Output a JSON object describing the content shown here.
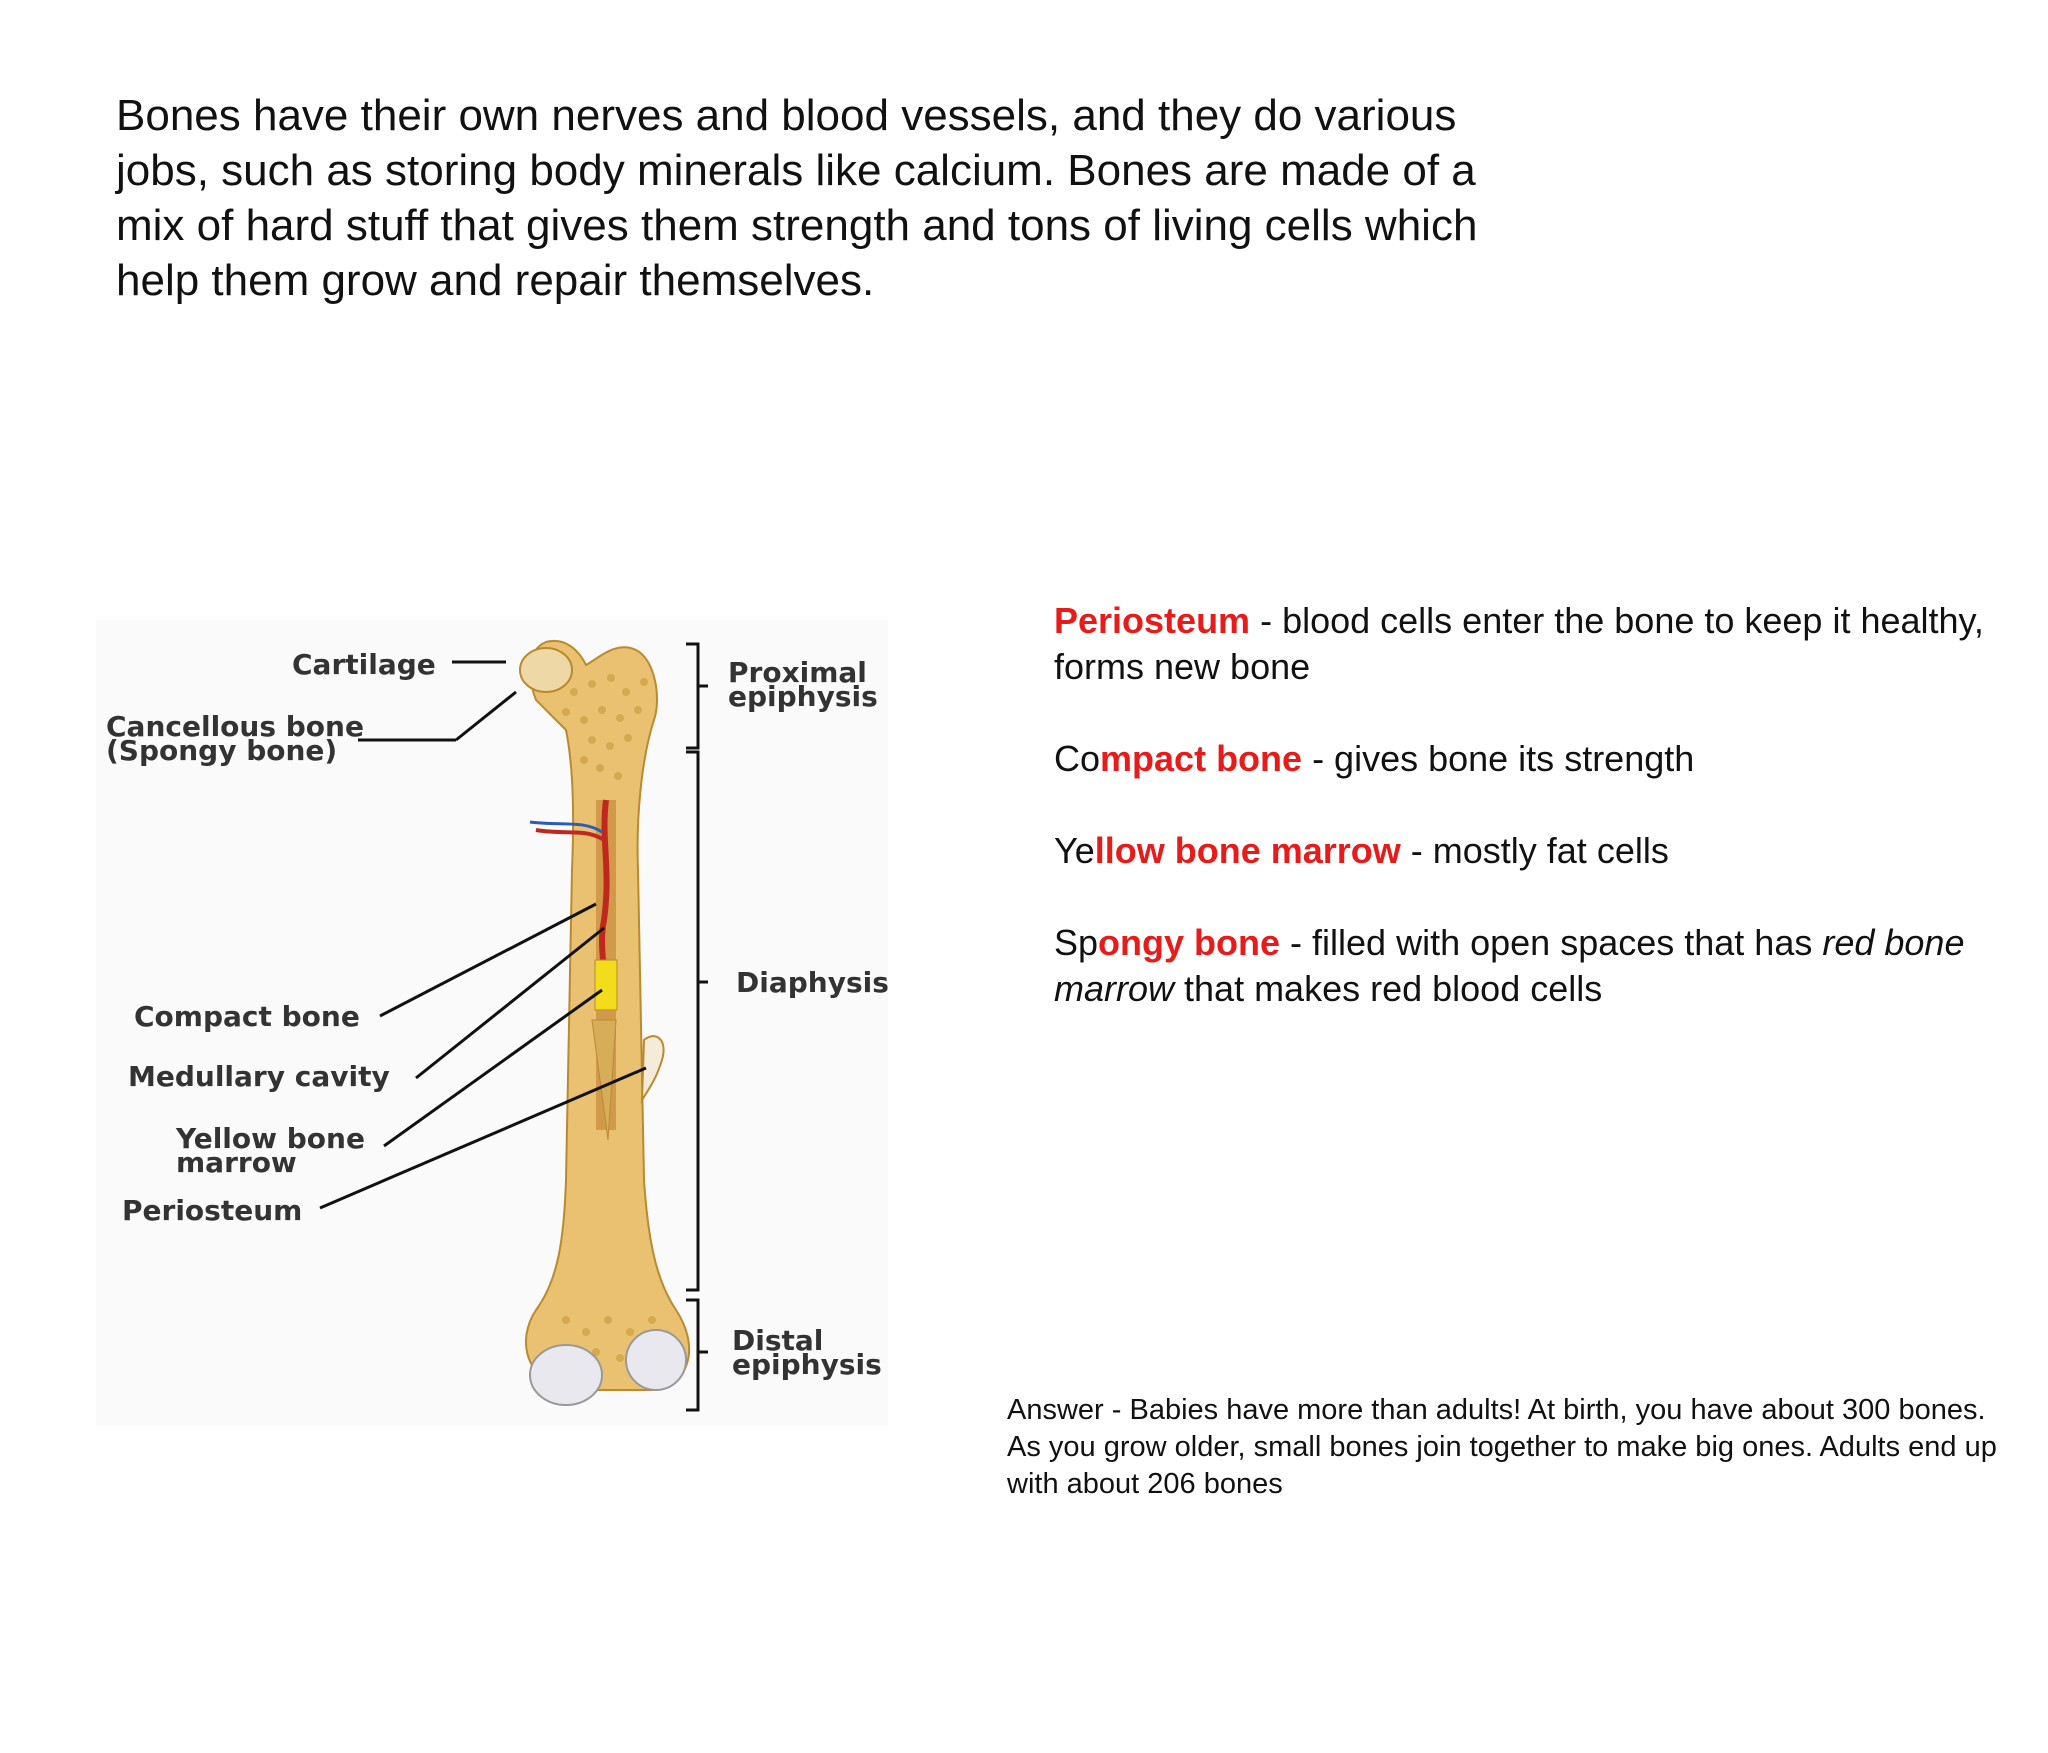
{
  "intro_text": "Bones have their own nerves and blood vessels, and they do various jobs, such as storing body minerals like calcium. Bones are made of a mix of hard stuff that gives them strength and tons of living cells which help them grow and repair themselves.",
  "diagram": {
    "labels": {
      "cartilage": "Cartilage",
      "cancellous_1": "Cancellous bone",
      "cancellous_2": "(Spongy bone)",
      "compact": "Compact bone",
      "medullary": "Medullary cavity",
      "yellow_1": "Yellow bone",
      "yellow_2": "marrow",
      "periosteum": "Periosteum",
      "proximal_1": "Proximal",
      "proximal_2": "epiphysis",
      "diaphysis": "Diaphysis",
      "distal_1": "Distal",
      "distal_2": "epiphysis"
    },
    "colors": {
      "bone": "#e9c170",
      "bone_dark": "#c99a3c",
      "marrow": "#f2dc1c",
      "vessel_red": "#c0281e",
      "vessel_blue": "#2a5cb8",
      "cartilage": "#e8e8ee"
    }
  },
  "definitions": [
    {
      "pre": "",
      "term": "Periosteum",
      "rest": " - blood cells enter the bone to keep it healthy, forms new bone"
    },
    {
      "pre": "Co",
      "term": "mpact bone",
      "rest": " - gives bone its strength"
    },
    {
      "pre": "Ye",
      "term": "llow bone marrow",
      "rest": " - mostly fat cells"
    },
    {
      "pre": "Sp",
      "term": "ongy bone",
      "rest": " - filled with open spaces that has ",
      "italic": "red bone marrow",
      "tail": " that makes red blood cells"
    }
  ],
  "answer_text": "Answer - Babies have more than adults! At birth, you have about 300 bones. As you grow older, small bones join together to make big ones. Adults end up with about 206 bones",
  "accent_color": "#e81b1b"
}
